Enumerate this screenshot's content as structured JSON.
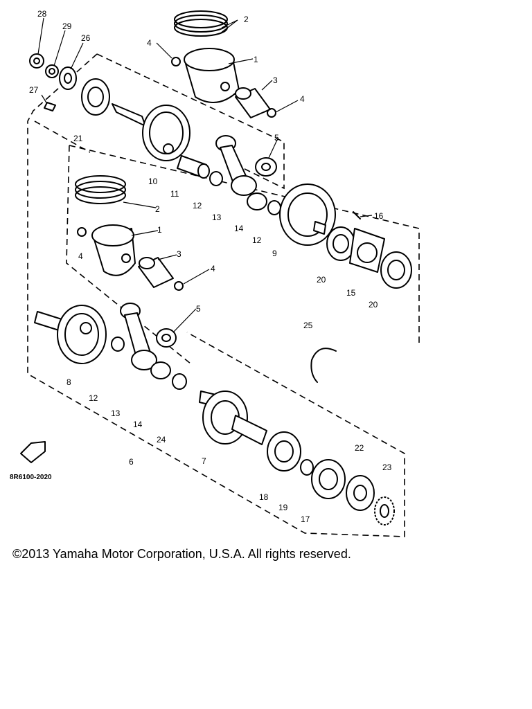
{
  "diagram": {
    "code": "8R6100-2020",
    "callouts": {
      "c1a": "1",
      "c1b": "1",
      "c2a": "2",
      "c2b": "2",
      "c3a": "3",
      "c3b": "3",
      "c4a": "4",
      "c4b": "4",
      "c4c": "4",
      "c4d": "4",
      "c5a": "5",
      "c5b": "5",
      "c6": "6",
      "c7": "7",
      "c8": "8",
      "c9": "9",
      "c10": "10",
      "c11": "11",
      "c12a": "12",
      "c12b": "12",
      "c12c": "12",
      "c13a": "13",
      "c13b": "13",
      "c14a": "14",
      "c14b": "14",
      "c15": "15",
      "c16": "16",
      "c17": "17",
      "c18": "18",
      "c19": "19",
      "c20a": "20",
      "c20b": "20",
      "c21": "21",
      "c22": "22",
      "c23": "23",
      "c24": "24",
      "c25": "25",
      "c26": "26",
      "c27": "27",
      "c28": "28",
      "c29": "29"
    }
  },
  "copyright": "©2013 Yamaha Motor Corporation, U.S.A. All rights reserved."
}
